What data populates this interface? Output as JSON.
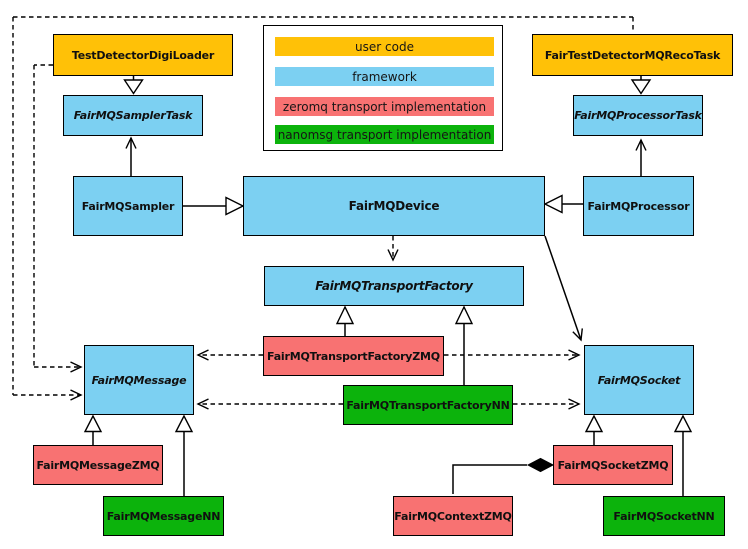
{
  "colors": {
    "user_code": "#FFC107",
    "framework": "#7CD0F2",
    "zeromq": "#F87272",
    "nanomsg": "#0CB30C",
    "border": "#000000",
    "background": "#FFFFFF"
  },
  "legend": {
    "items": [
      {
        "label": "user code",
        "color": "#FFC107"
      },
      {
        "label": "framework",
        "color": "#7CD0F2"
      },
      {
        "label": "zeromq transport implementation",
        "color": "#F87272"
      },
      {
        "label": "nanomsg transport implementation",
        "color": "#0CB30C"
      }
    ]
  },
  "nodes": {
    "testDetectorDigiLoader": {
      "label": "TestDetectorDigiLoader",
      "category": "user_code",
      "abstract": false
    },
    "fairTestDetectorMQRecoTask": {
      "label": "FairTestDetectorMQRecoTask",
      "category": "user_code",
      "abstract": false
    },
    "fairMQSamplerTask": {
      "label": "FairMQSamplerTask",
      "category": "framework",
      "abstract": true
    },
    "fairMQProcessorTask": {
      "label": "FairMQProcessorTask",
      "category": "framework",
      "abstract": true
    },
    "fairMQSampler": {
      "label": "FairMQSampler",
      "category": "framework",
      "abstract": false
    },
    "fairMQDevice": {
      "label": "FairMQDevice",
      "category": "framework",
      "abstract": false
    },
    "fairMQProcessor": {
      "label": "FairMQProcessor",
      "category": "framework",
      "abstract": false
    },
    "fairMQTransportFactory": {
      "label": "FairMQTransportFactory",
      "category": "framework",
      "abstract": true
    },
    "fairMQTransportFactoryZMQ": {
      "label": "FairMQTransportFactoryZMQ",
      "category": "zeromq",
      "abstract": false
    },
    "fairMQTransportFactoryNN": {
      "label": "FairMQTransportFactoryNN",
      "category": "nanomsg",
      "abstract": false
    },
    "fairMQMessage": {
      "label": "FairMQMessage",
      "category": "framework",
      "abstract": true
    },
    "fairMQSocket": {
      "label": "FairMQSocket",
      "category": "framework",
      "abstract": true
    },
    "fairMQMessageZMQ": {
      "label": "FairMQMessageZMQ",
      "category": "zeromq",
      "abstract": false
    },
    "fairMQMessageNN": {
      "label": "FairMQMessageNN",
      "category": "nanomsg",
      "abstract": false
    },
    "fairMQSocketZMQ": {
      "label": "FairMQSocketZMQ",
      "category": "zeromq",
      "abstract": false
    },
    "fairMQSocketNN": {
      "label": "FairMQSocketNN",
      "category": "nanomsg",
      "abstract": false
    },
    "fairMQContextZMQ": {
      "label": "FairMQContextZMQ",
      "category": "zeromq",
      "abstract": false
    }
  },
  "relationships": [
    {
      "from": "TestDetectorDigiLoader",
      "to": "FairMQSamplerTask",
      "type": "inheritance"
    },
    {
      "from": "FairTestDetectorMQRecoTask",
      "to": "FairMQProcessorTask",
      "type": "inheritance"
    },
    {
      "from": "FairMQSampler",
      "to": "FairMQDevice",
      "type": "inheritance"
    },
    {
      "from": "FairMQProcessor",
      "to": "FairMQDevice",
      "type": "inheritance"
    },
    {
      "from": "FairMQSampler",
      "to": "FairMQSamplerTask",
      "type": "association"
    },
    {
      "from": "FairMQProcessor",
      "to": "FairMQProcessorTask",
      "type": "association"
    },
    {
      "from": "FairMQDevice",
      "to": "FairMQTransportFactory",
      "type": "dependency"
    },
    {
      "from": "FairMQDevice",
      "to": "FairMQSocket",
      "type": "association"
    },
    {
      "from": "FairMQTransportFactoryZMQ",
      "to": "FairMQTransportFactory",
      "type": "inheritance"
    },
    {
      "from": "FairMQTransportFactoryNN",
      "to": "FairMQTransportFactory",
      "type": "inheritance"
    },
    {
      "from": "FairMQTransportFactoryZMQ",
      "to": "FairMQMessage",
      "type": "dependency"
    },
    {
      "from": "FairMQTransportFactoryZMQ",
      "to": "FairMQSocket",
      "type": "dependency"
    },
    {
      "from": "FairMQTransportFactoryNN",
      "to": "FairMQMessage",
      "type": "dependency"
    },
    {
      "from": "FairMQTransportFactoryNN",
      "to": "FairMQSocket",
      "type": "dependency"
    },
    {
      "from": "TestDetectorDigiLoader",
      "to": "FairMQMessage",
      "type": "dependency"
    },
    {
      "from": "FairTestDetectorMQRecoTask",
      "to": "FairMQMessage",
      "type": "dependency"
    },
    {
      "from": "FairMQMessageZMQ",
      "to": "FairMQMessage",
      "type": "inheritance"
    },
    {
      "from": "FairMQMessageNN",
      "to": "FairMQMessage",
      "type": "inheritance"
    },
    {
      "from": "FairMQSocketZMQ",
      "to": "FairMQSocket",
      "type": "inheritance"
    },
    {
      "from": "FairMQSocketNN",
      "to": "FairMQSocket",
      "type": "inheritance"
    },
    {
      "from": "FairMQSocketZMQ",
      "to": "FairMQContextZMQ",
      "type": "composition"
    }
  ]
}
